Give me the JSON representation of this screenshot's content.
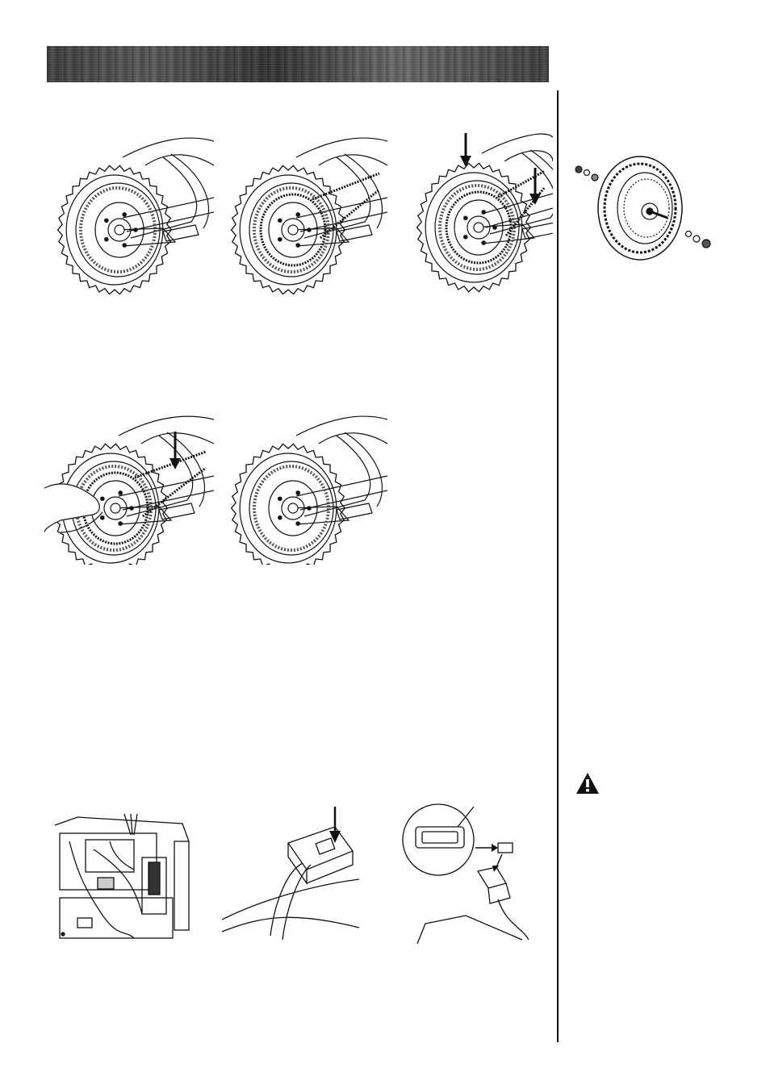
{
  "figures": [
    {
      "id": "fig-wheel-1",
      "type": "rear-wheel",
      "arrows": 0
    },
    {
      "id": "fig-wheel-2",
      "type": "rear-wheel-chain",
      "arrows": 0
    },
    {
      "id": "fig-wheel-3",
      "type": "rear-wheel-chain",
      "arrows": 2
    },
    {
      "id": "fig-wheel-4",
      "type": "rear-wheel-chain-hand",
      "arrows": 1
    },
    {
      "id": "fig-wheel-5",
      "type": "rear-wheel",
      "arrows": 0
    },
    {
      "id": "fig-wheel-exploded",
      "type": "exploded-wheel",
      "arrows": 0
    },
    {
      "id": "fig-battery",
      "type": "battery-wiring",
      "arrows": 0
    },
    {
      "id": "fig-connector",
      "type": "connector",
      "arrows": 1
    },
    {
      "id": "fig-fuse",
      "type": "fuse-holder",
      "arrows": 2
    }
  ],
  "icons": {
    "warning": "warning-triangle-icon"
  },
  "colors": {
    "ink": "#111111",
    "paper": "#ffffff"
  }
}
